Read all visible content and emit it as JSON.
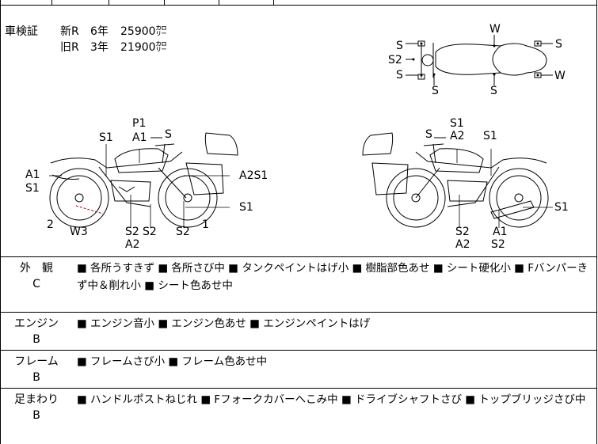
{
  "shaken": {
    "title": "車検証",
    "rows": [
      {
        "type": "新R",
        "years": "6年",
        "price": "25900㌍"
      },
      {
        "type": "旧R",
        "years": "3年",
        "price": "21900㌍"
      }
    ]
  },
  "damage_labels": {
    "top": [
      "S",
      "S2",
      "S",
      "S",
      "W",
      "S",
      "S",
      "W"
    ],
    "left": [
      "P1",
      "A1",
      "S",
      "S1",
      "A1",
      "S1",
      "A2S1",
      "S1",
      "2",
      "W3",
      "S2",
      "S2",
      "S2",
      "A2",
      "1"
    ],
    "right": [
      "S1",
      "S",
      "A2",
      "S1",
      "S1",
      "S2",
      "A2",
      "A1",
      "S2"
    ]
  },
  "condition": [
    {
      "name": "外　観",
      "grade": "C",
      "text": "■ 各所うすきず ■ 各所さび中 ■ タンクペイントはげ小 ■ 樹脂部色あせ ■ シート硬化小 ■ Fバンパーきず中＆削れ小 ■ シート色あせ中"
    },
    {
      "name": "エンジン",
      "grade": "B",
      "text": "■ エンジン音小 ■ エンジン色あせ ■ エンジンペイントはげ"
    },
    {
      "name": "フレーム",
      "grade": "B",
      "text": "■ フレームさび小 ■ フレーム色あせ中"
    },
    {
      "name": "足まわり",
      "grade": "B",
      "text": "■ ハンドルポストねじれ ■ Fフォークカバーへこみ中 ■ ドライブシャフトさび ■ トップブリッジさび中"
    }
  ]
}
